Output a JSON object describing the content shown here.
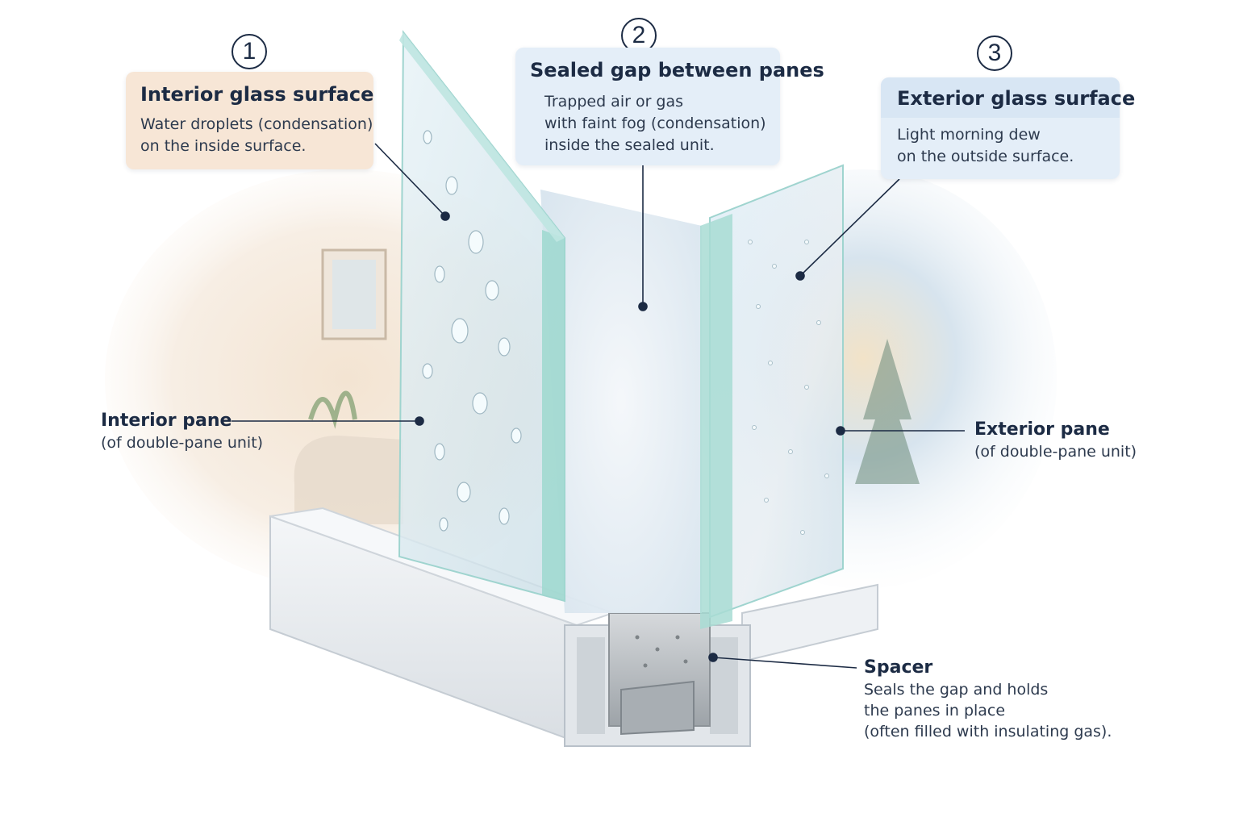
{
  "callouts": {
    "interior_surface": {
      "number": "1",
      "title": "Interior glass surface",
      "line1": "Water droplets (condensation)",
      "line2": "on the inside surface."
    },
    "sealed_gap": {
      "number": "2",
      "title": "Sealed gap between panes",
      "line1": "Trapped air or gas",
      "line2": "with faint fog (condensation)",
      "line3": "inside the sealed unit."
    },
    "exterior_surface": {
      "number": "3",
      "title": "Exterior glass surface",
      "line1": "Light morning dew",
      "line2": "on the outside surface."
    }
  },
  "labels": {
    "interior_pane": {
      "title": "Interior pane",
      "sub": "(of double-pane unit)"
    },
    "exterior_pane": {
      "title": "Exterior pane",
      "sub": "(of double-pane unit)"
    },
    "spacer": {
      "title": "Spacer",
      "line1": "Seals the gap and holds",
      "line2": "the panes in place",
      "line3": "(often filled with insulating gas)."
    }
  },
  "colors": {
    "ink": "#1c2b44",
    "callout_warm": "#f7e6d6",
    "callout_cool": "#e4eef8",
    "glass_edge": "#7fd0c8",
    "frame": "#e9ecef"
  }
}
